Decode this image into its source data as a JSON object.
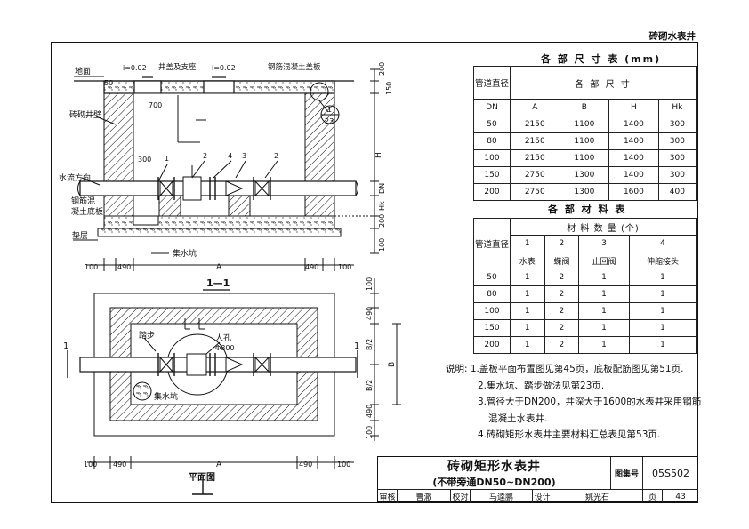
{
  "sheet_label": "砖砌水表井",
  "section_view": {
    "title": "1—1",
    "labels": {
      "ground": "地面",
      "slope_left": "i=0.02",
      "slope_right": "i=0.02",
      "cover": "井盖及支座",
      "slab": "钢筋混凝土盖板",
      "wall": "砖砌井壁",
      "flow": "水流方向",
      "base_slab_1": "钢筋混",
      "base_slab_2": "凝土底板",
      "cushion": "垫层",
      "sump": "集水坑",
      "detail_num": "1",
      "detail_page": "23"
    },
    "dims": {
      "d50": "50",
      "d700": "700",
      "d300": "300",
      "d200_top": "200",
      "d150": "150",
      "dH": "H",
      "dDN": "DN",
      "dHk": "Hk",
      "d200_bot": "200",
      "d100_bot": "100",
      "b100_l": "100",
      "b490_l": "490",
      "bA": "A",
      "b490_r": "490",
      "b100_r": "100"
    },
    "parts": [
      "1",
      "2",
      "4",
      "3",
      "2"
    ]
  },
  "plan_view": {
    "title": "平面图",
    "section_mark": "1",
    "labels": {
      "steps": "踏步",
      "manhole": "人孔",
      "manhole_dia": "Φ800",
      "sump": "集水坑"
    },
    "dims": {
      "r100_t": "100",
      "r490_t": "490",
      "rB2_t": "B/2",
      "rB": "B",
      "rB2_b": "B/2",
      "r490_b": "490",
      "r100_b": "100",
      "b100_l": "100",
      "b490_l": "490",
      "bA": "A",
      "b490_r": "490",
      "b100_r": "100"
    }
  },
  "dim_table": {
    "title": "各 部 尺 寸 表 (mm)",
    "h_pipe": "管道直径",
    "h_dims": "各 部 尺 寸",
    "h_dn": "DN",
    "cols": [
      "A",
      "B",
      "H",
      "Hk"
    ],
    "rows": [
      [
        "50",
        "2150",
        "1100",
        "1400",
        "300"
      ],
      [
        "80",
        "2150",
        "1100",
        "1400",
        "300"
      ],
      [
        "100",
        "2150",
        "1100",
        "1400",
        "300"
      ],
      [
        "150",
        "2750",
        "1300",
        "1400",
        "300"
      ],
      [
        "200",
        "2750",
        "1300",
        "1600",
        "400"
      ]
    ]
  },
  "mat_table": {
    "title": "各 部 材 料 表",
    "h_pipe": "管道直径",
    "h_qty": "材 料 数 量 (个)",
    "nums": [
      "1",
      "2",
      "3",
      "4"
    ],
    "names": [
      "水表",
      "蝶阀",
      "止回阀",
      "伸缩接头"
    ],
    "rows": [
      [
        "50",
        "1",
        "2",
        "1",
        "1"
      ],
      [
        "80",
        "1",
        "2",
        "1",
        "1"
      ],
      [
        "100",
        "1",
        "2",
        "1",
        "1"
      ],
      [
        "150",
        "1",
        "2",
        "1",
        "1"
      ],
      [
        "200",
        "1",
        "2",
        "1",
        "1"
      ]
    ]
  },
  "notes": {
    "n1": "说明: 1.盖板平面布置图见第45页，底板配筋图见第51页.",
    "n2": "2.集水坑、踏步做法见第23页.",
    "n3a": "3.管径大于DN200，井深大于1600的水表井采用钢筋",
    "n3b": "混凝土水表井.",
    "n4": "4.砖砌矩形水表井主要材料汇总表见第53页."
  },
  "title_block": {
    "title": "砖砌矩形水表井",
    "subtitle": "(不带旁通DN50~DN200)",
    "atlas_label": "图集号",
    "atlas_no": "05S502",
    "review": "审核",
    "reviewer": "曹澈",
    "check": "校对",
    "checker": "马逵鹏",
    "design": "设计",
    "designer": "姚光石",
    "page_label": "页",
    "page_no": "43"
  }
}
